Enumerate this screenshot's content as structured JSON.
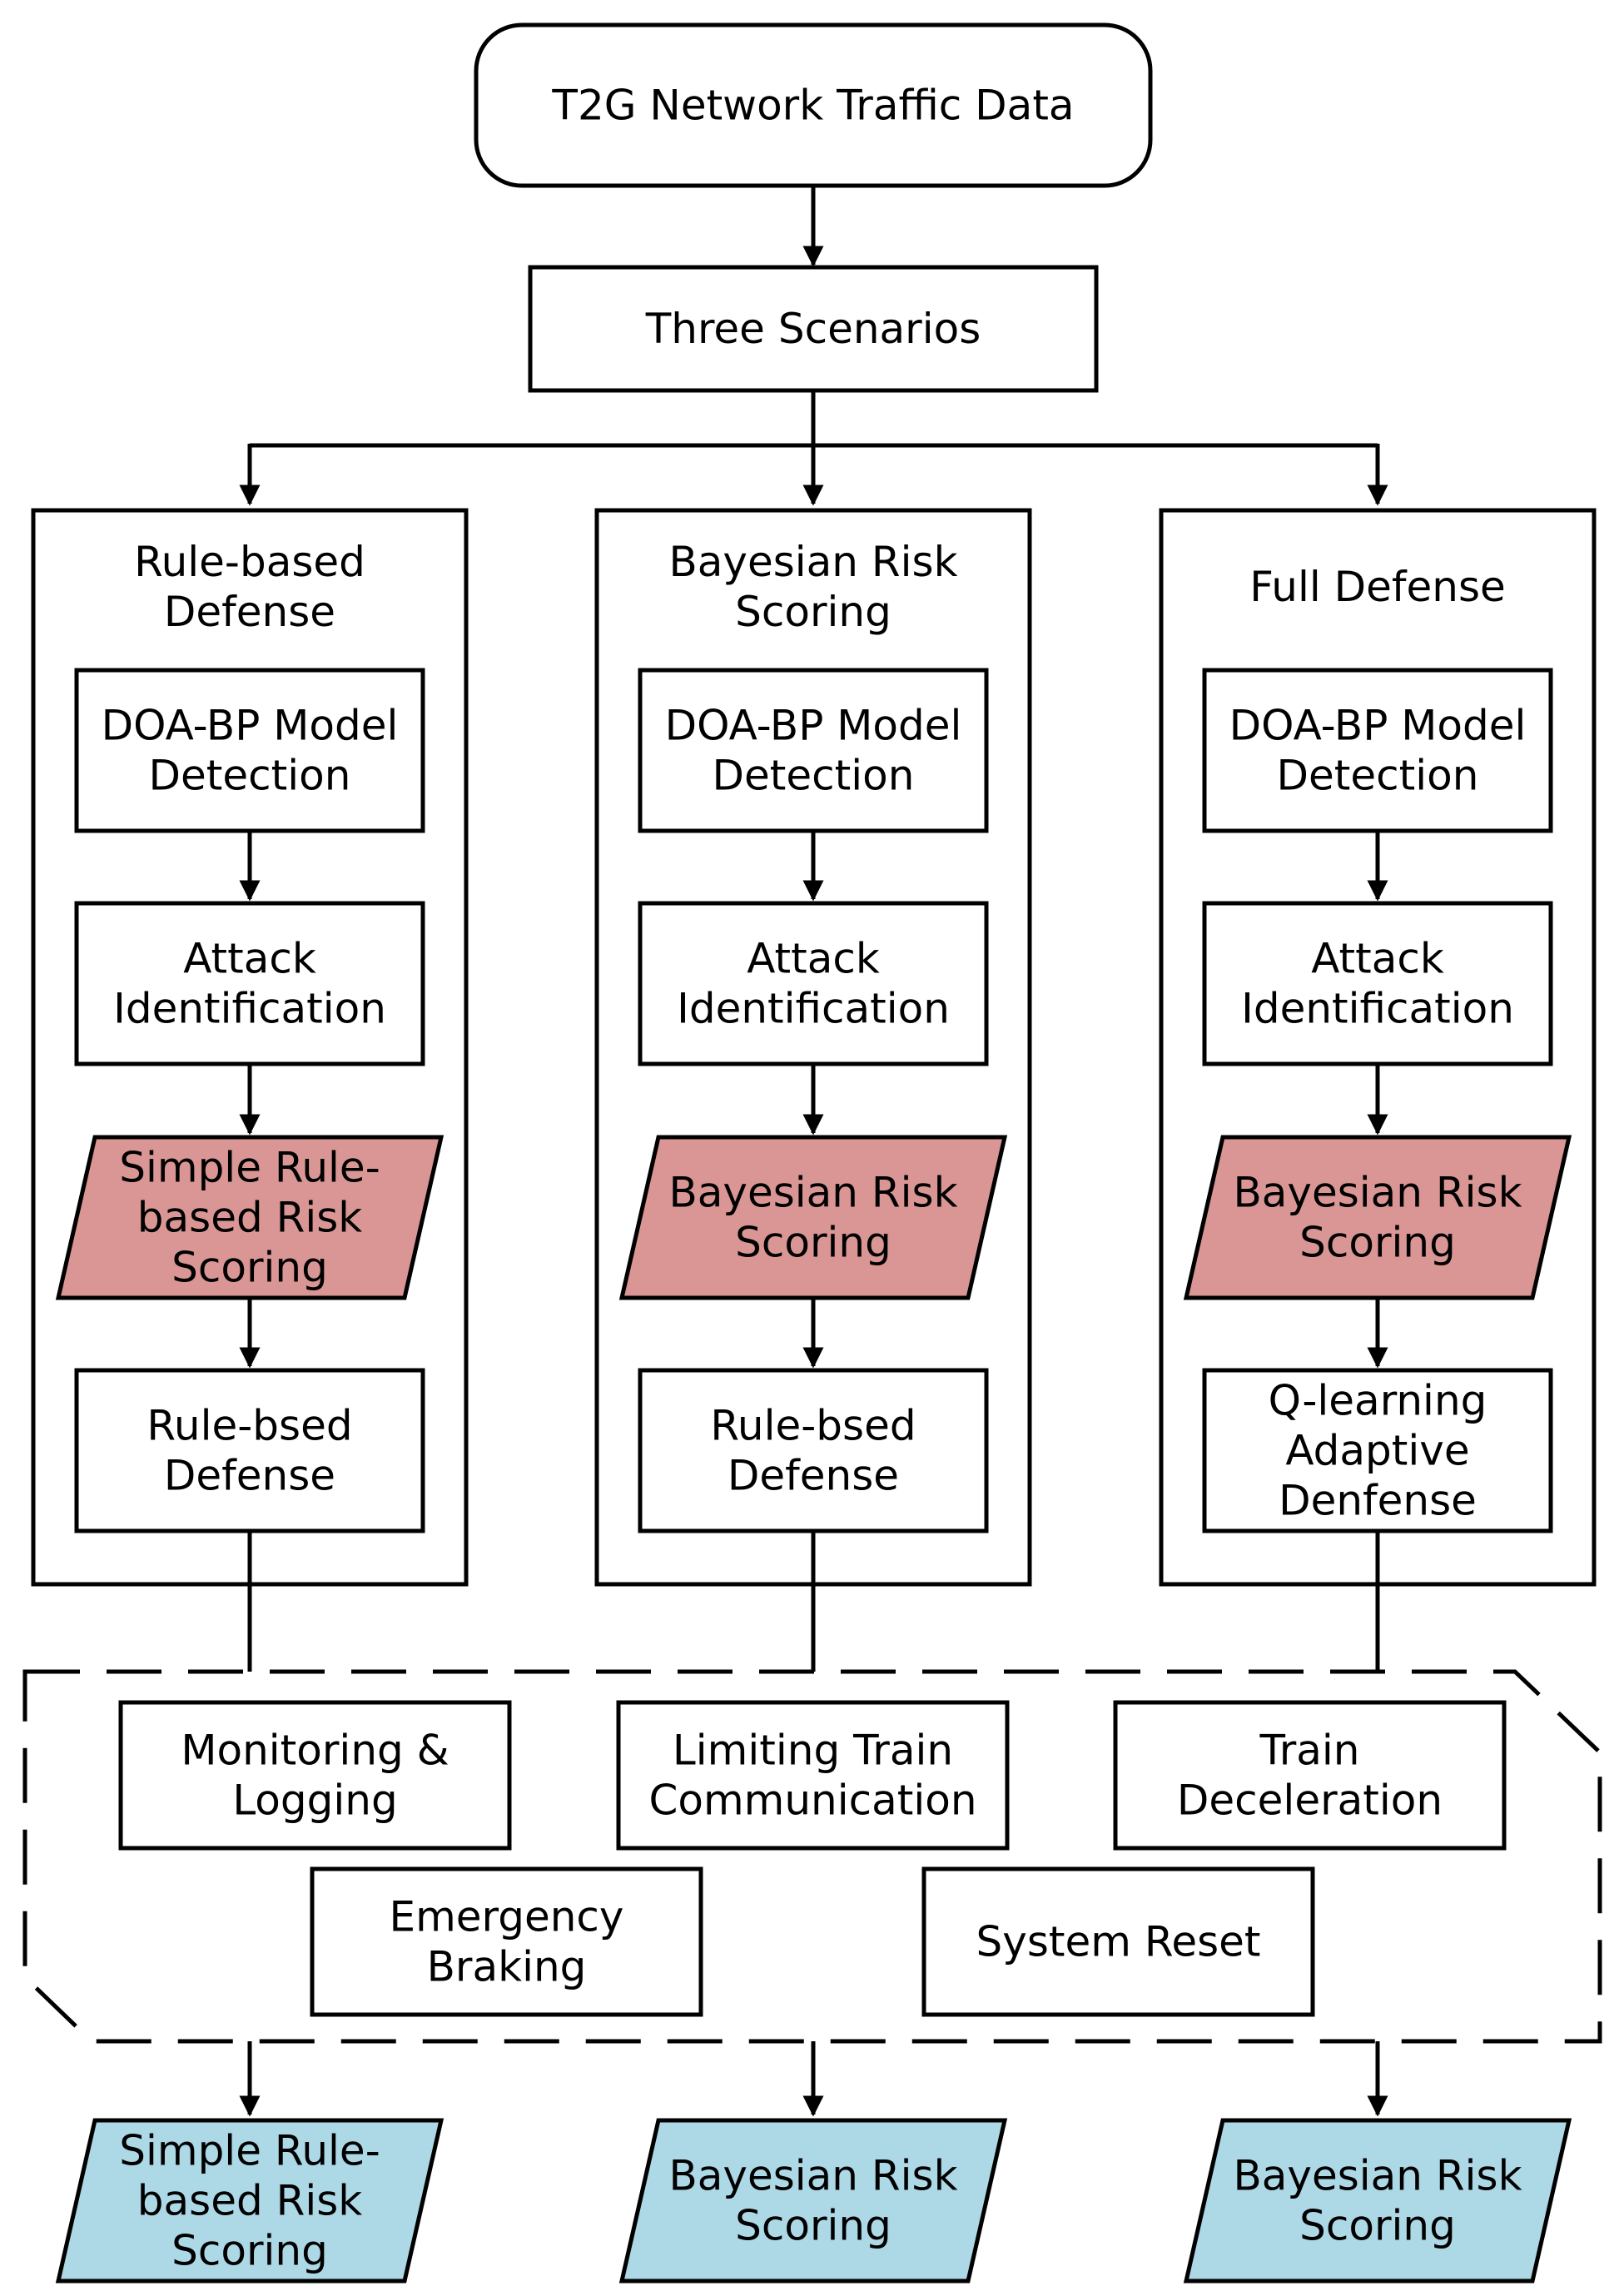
{
  "start": {
    "lines": [
      "T2G Network Traffic Data"
    ]
  },
  "scenarios": {
    "lines": [
      "Three Scenarios"
    ]
  },
  "columns": [
    {
      "title": [
        "Rule-based",
        "Defense"
      ],
      "detection": [
        "DOA-BP Model",
        "Detection"
      ],
      "identification": [
        "Attack",
        "Identification"
      ],
      "scoring": [
        "Simple Rule-",
        "based Risk",
        "Scoring"
      ],
      "defense": [
        "Rule-bsed",
        "Defense"
      ],
      "output": [
        "Simple Rule-",
        "based Risk",
        "Scoring"
      ]
    },
    {
      "title": [
        "Bayesian Risk",
        "Scoring"
      ],
      "detection": [
        "DOA-BP Model",
        "Detection"
      ],
      "identification": [
        "Attack",
        "Identification"
      ],
      "scoring": [
        "Bayesian Risk",
        "Scoring"
      ],
      "defense": [
        "Rule-bsed",
        "Defense"
      ],
      "output": [
        "Bayesian Risk",
        "Scoring"
      ]
    },
    {
      "title": [
        "Full Defense"
      ],
      "detection": [
        "DOA-BP Model",
        "Detection"
      ],
      "identification": [
        "Attack",
        "Identification"
      ],
      "scoring": [
        "Bayesian Risk",
        "Scoring"
      ],
      "defense": [
        "Q-learning",
        "Adaptive",
        "Denfense"
      ],
      "output": [
        "Bayesian Risk",
        "Scoring"
      ]
    }
  ],
  "actions": [
    {
      "id": "monitoring-logging",
      "lines": [
        "Monitoring &",
        "Logging"
      ]
    },
    {
      "id": "limiting-train-communication",
      "lines": [
        "Limiting Train",
        "Communication"
      ]
    },
    {
      "id": "train-deceleration",
      "lines": [
        "Train",
        "Deceleration"
      ]
    },
    {
      "id": "emergency-braking",
      "lines": [
        "Emergency",
        "Braking"
      ]
    },
    {
      "id": "system-reset",
      "lines": [
        "System Reset"
      ]
    }
  ],
  "colors": {
    "scoring_fill": "#d99694",
    "output_fill": "#add8e6",
    "stroke": "#000000"
  }
}
